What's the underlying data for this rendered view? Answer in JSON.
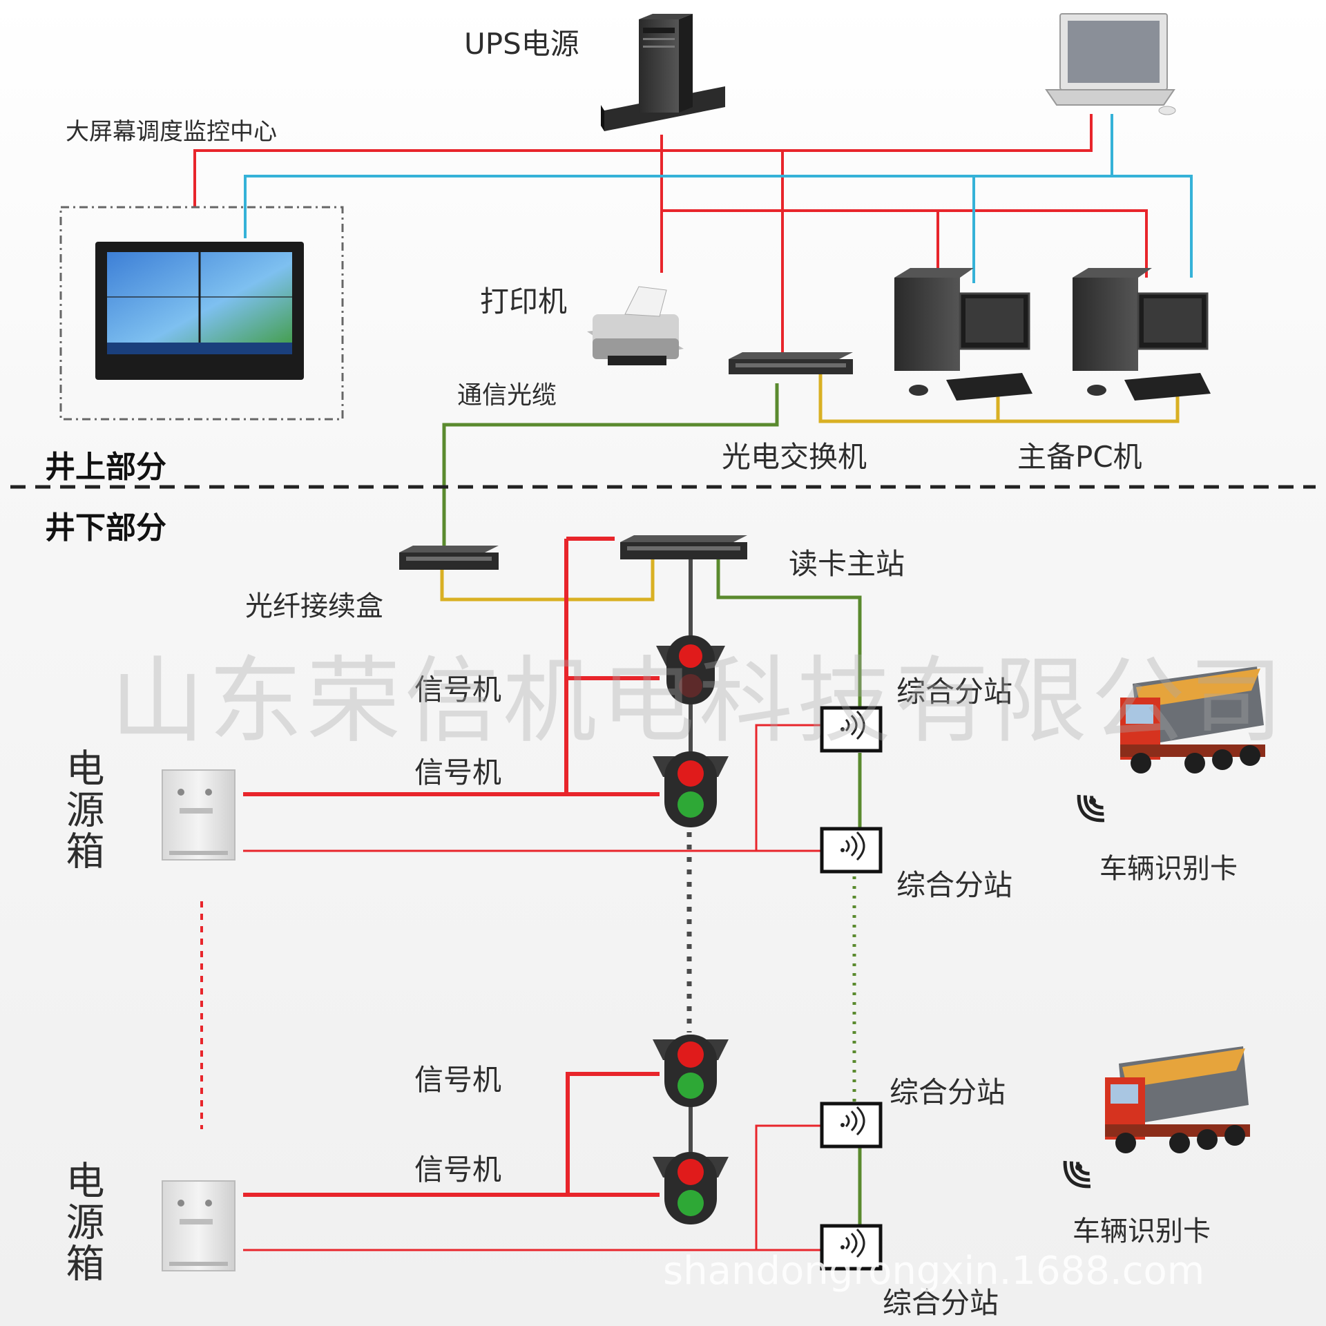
{
  "sections": {
    "above": "井上部分",
    "below": "井下部分"
  },
  "labels": {
    "ups": "UPS电源",
    "big_screen": "大屏幕调度监控中心",
    "printer": "打印机",
    "optical_cable": "通信光缆",
    "switch": "光电交换机",
    "main_pc": "主备PC机",
    "fiber_box": "光纤接续盒",
    "reader_station": "读卡主站",
    "signal": "信号机",
    "substation": "综合分站",
    "power_box": "电源箱",
    "vehicle_card": "车辆识别卡"
  },
  "watermarks": {
    "company": "山东荣信机电科技有限公司",
    "site": "shandongrongxin.1688.com"
  },
  "colors": {
    "power_line": "#e8252b",
    "data_line": "#35b2d8",
    "fiber_line": "#5a8a2e",
    "ethernet_line": "#d9b023",
    "signal_red": "#e01b1b",
    "signal_green": "#2ea836"
  }
}
